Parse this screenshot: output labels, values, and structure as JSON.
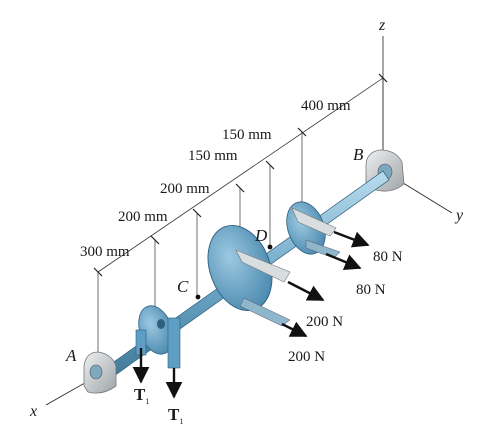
{
  "axes": {
    "x": "x",
    "y": "y",
    "z": "z"
  },
  "points": {
    "A": "A",
    "B": "B",
    "C": "C",
    "D": "D"
  },
  "dimensions": [
    "300 mm",
    "200 mm",
    "200 mm",
    "150 mm",
    "150 mm",
    "400 mm"
  ],
  "forces": {
    "pulley_D_upper": "80 N",
    "pulley_D_lower": "80 N",
    "pulley_C_upper": "200 N",
    "pulley_C_lower": "200 N",
    "tension_symbol": "T",
    "tension_subscript": "1"
  },
  "colors": {
    "shaft": "#6fa8c8",
    "pulley": "#5e9ec4",
    "support": "#c8ccce"
  }
}
